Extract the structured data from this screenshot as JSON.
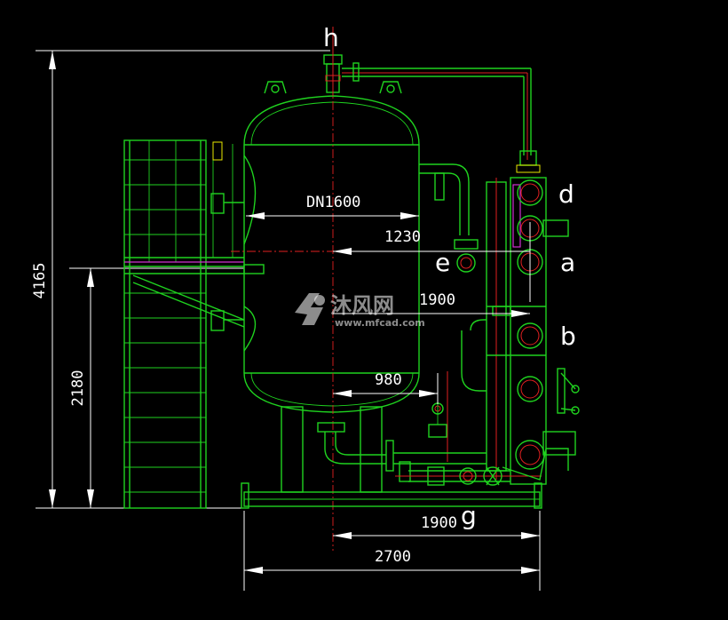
{
  "drawing": {
    "vessel_label": "DN1600",
    "dimensions": {
      "height_total": "4165",
      "platform_height": "2180",
      "radius_offset": "1230",
      "partial_offset": "1900",
      "inlet_offset": "980",
      "base_offset": "1900",
      "base_width": "2700"
    },
    "nozzle_labels": {
      "top": "h",
      "d": "d",
      "a": "a",
      "e": "e",
      "b": "b",
      "g": "g"
    }
  },
  "watermark": {
    "brand": "沐风网",
    "url": "www.mfcad.com"
  },
  "colors": {
    "background": "#000000",
    "outline": "#1fd21f",
    "centerline": "#e02020",
    "dimension": "#ffffff",
    "highlight": "#e8e800"
  }
}
